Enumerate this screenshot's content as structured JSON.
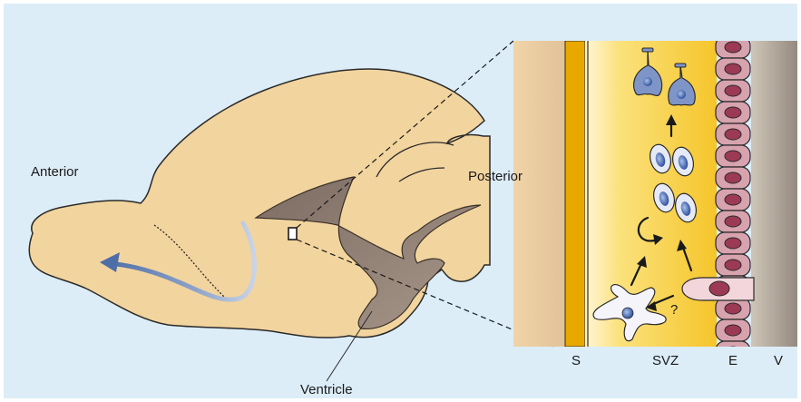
{
  "labels": {
    "anterior": "Anterior",
    "posterior": "Posterior",
    "ventricle": "Ventricle",
    "s": "S",
    "svz": "SVZ",
    "e": "E",
    "v": "V",
    "question": "?"
  },
  "colors": {
    "background": "#dcedf8",
    "brain": "#f2d49e",
    "ventricle": "#8f7b6c",
    "migration_stream": "#6d86b3",
    "svz_yellow": "#f7cd3e",
    "striatum_band": "#e8a800",
    "ependymal_cell": "#d7a3ae",
    "ependymal_nucleus": "#9c3a55",
    "neuron": "#6e86bc",
    "progenitor_nucleus": "#3f5fa6"
  }
}
